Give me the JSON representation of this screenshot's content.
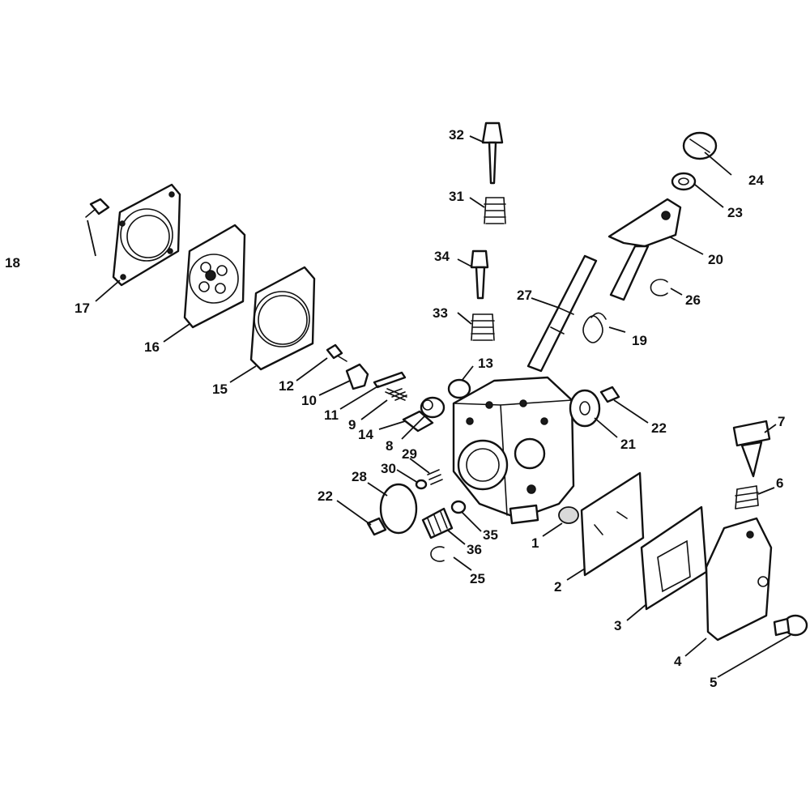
{
  "diagram": {
    "callouts": [
      {
        "id": "1",
        "label": "1"
      },
      {
        "id": "2",
        "label": "2"
      },
      {
        "id": "3",
        "label": "3"
      },
      {
        "id": "4",
        "label": "4"
      },
      {
        "id": "5",
        "label": "5"
      },
      {
        "id": "6",
        "label": "6"
      },
      {
        "id": "7",
        "label": "7"
      },
      {
        "id": "8",
        "label": "8"
      },
      {
        "id": "9",
        "label": "9"
      },
      {
        "id": "10",
        "label": "10"
      },
      {
        "id": "11",
        "label": "11"
      },
      {
        "id": "12",
        "label": "12"
      },
      {
        "id": "13",
        "label": "13"
      },
      {
        "id": "14",
        "label": "14"
      },
      {
        "id": "15",
        "label": "15"
      },
      {
        "id": "16",
        "label": "16"
      },
      {
        "id": "17",
        "label": "17"
      },
      {
        "id": "18",
        "label": "18"
      },
      {
        "id": "19",
        "label": "19"
      },
      {
        "id": "20",
        "label": "20"
      },
      {
        "id": "21",
        "label": "21"
      },
      {
        "id": "22a",
        "label": "22"
      },
      {
        "id": "22b",
        "label": "22"
      },
      {
        "id": "23",
        "label": "23"
      },
      {
        "id": "24",
        "label": "24"
      },
      {
        "id": "25",
        "label": "25"
      },
      {
        "id": "26",
        "label": "26"
      },
      {
        "id": "27",
        "label": "27"
      },
      {
        "id": "28",
        "label": "28"
      },
      {
        "id": "29",
        "label": "29"
      },
      {
        "id": "30",
        "label": "30"
      },
      {
        "id": "31",
        "label": "31"
      },
      {
        "id": "32",
        "label": "32"
      },
      {
        "id": "33",
        "label": "33"
      },
      {
        "id": "34",
        "label": "34"
      },
      {
        "id": "35",
        "label": "35"
      },
      {
        "id": "36",
        "label": "36"
      }
    ]
  }
}
